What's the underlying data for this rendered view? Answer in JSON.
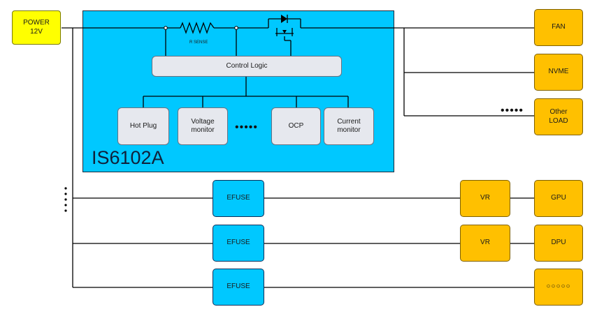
{
  "sources": {
    "power": "POWER\n12V"
  },
  "controller": {
    "name": "IS6102A",
    "r_sense_label": "R SENSE",
    "control_logic": "Control Logic",
    "blocks": [
      "Hot Plug",
      "Voltage\nmonitor",
      "OCP",
      "Current\nmonitor"
    ],
    "ellipsis": "•••••"
  },
  "loads_direct": [
    "FAN",
    "NVME",
    "Other\nLOAD"
  ],
  "loads_ellipsis": "•••••",
  "efuse_rows": [
    {
      "efuse": "EFUSE",
      "vr": "VR",
      "load": "GPU"
    },
    {
      "efuse": "EFUSE",
      "vr": "VR",
      "load": "DPU"
    },
    {
      "efuse": "EFUSE",
      "vr": "",
      "load": "○○○○○"
    }
  ],
  "colors": {
    "power": "#ffff00",
    "controller": "#00c8ff",
    "efuse": "#00c8ff",
    "load": "#ffc000",
    "logic": "#e6e8ee",
    "wire": "#000000"
  },
  "icons": [
    "resistor-icon",
    "mosfet-icon",
    "diode-icon"
  ]
}
